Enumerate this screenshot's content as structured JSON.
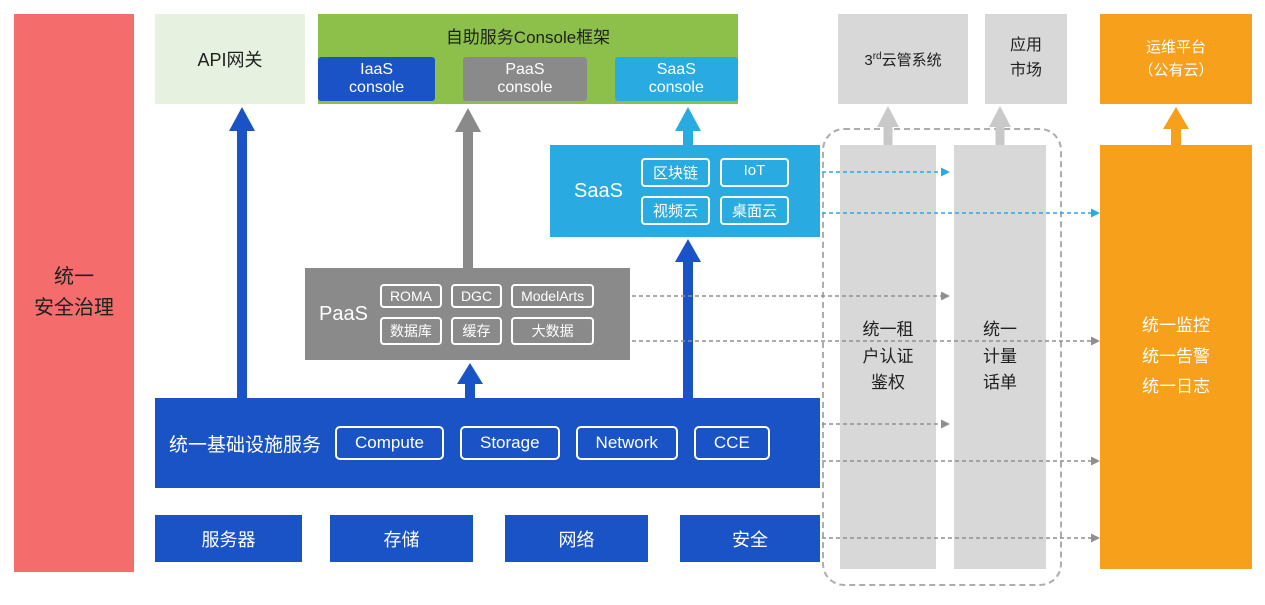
{
  "colors": {
    "red": "#F56C6C",
    "light_green": "#E6F2DF",
    "green": "#8CC04B",
    "blue": "#1A53C5",
    "gray": "#8A8A8A",
    "cyan": "#29ABE2",
    "light_gray": "#D8D8D8",
    "orange": "#F7A01B"
  },
  "security_bar": {
    "lines": [
      "统一",
      "安全治理"
    ]
  },
  "api_gateway": {
    "label": "API网关"
  },
  "console": {
    "title": "自助服务Console框架",
    "buttons": [
      {
        "label": "IaaS console"
      },
      {
        "label": "PaaS console"
      },
      {
        "label": "SaaS console"
      }
    ]
  },
  "third_party_cloud": {
    "prefix": "3",
    "sup": "rd",
    "rest": "云管系统"
  },
  "app_market": {
    "lines": [
      "应用",
      "市场"
    ]
  },
  "ops_platform": {
    "lines": [
      "运维平台",
      "（公有云）"
    ]
  },
  "saas": {
    "label": "SaaS",
    "chips": [
      "区块链",
      "IoT",
      "视频云",
      "桌面云"
    ]
  },
  "paas": {
    "label": "PaaS",
    "chips": [
      "ROMA",
      "DGC",
      "ModelArts",
      "数据库",
      "缓存",
      "大数据"
    ]
  },
  "infra": {
    "label": "统一基础设施服务",
    "chips": [
      "Compute",
      "Storage",
      "Network",
      "CCE"
    ]
  },
  "bottom_boxes": [
    "服务器",
    "存储",
    "网络",
    "安全"
  ],
  "auth_bar": {
    "lines": [
      "统一租",
      "户认证",
      "鉴权"
    ]
  },
  "metering_bar": {
    "lines": [
      "统一",
      "计量",
      "话单"
    ]
  },
  "monitor_bar": {
    "lines": [
      "统一监控",
      "统一告警",
      "统一日志"
    ]
  }
}
